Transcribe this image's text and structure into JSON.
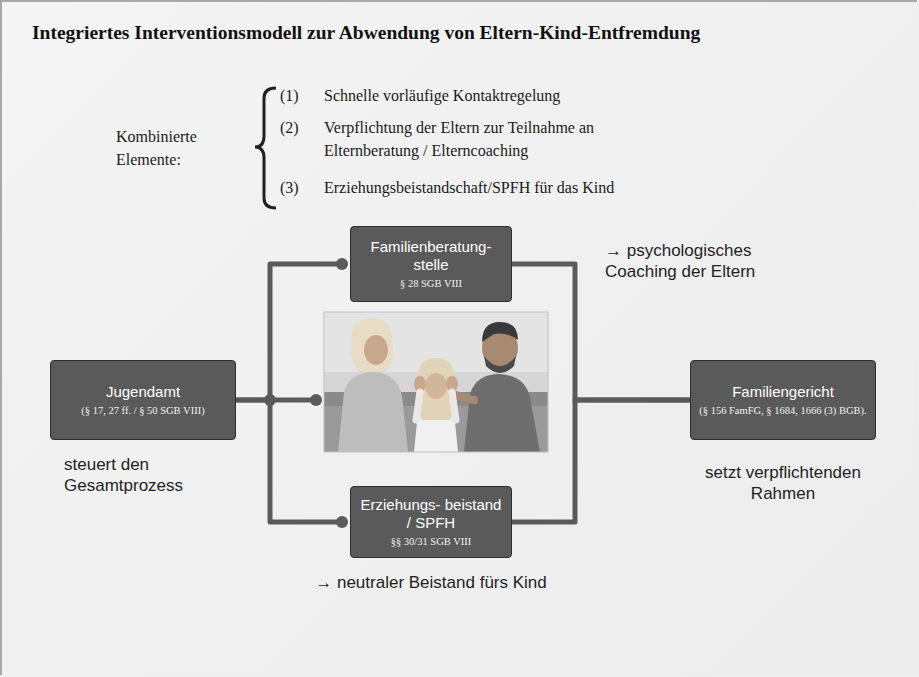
{
  "diagram": {
    "title": "Integriertes Interventionsmodell zur Abwendung von Eltern-Kind-Entfremdung",
    "nodes": [
      {
        "text": [
          "Familienberatung- stelle",
          "§ 28 SGB VIII",
          "→ psychologisches Coaching der Eltern"
        ]
      },
      {
        "text": [
          "Jugendamt",
          "(§ 17, 27 ff. / § 50 SGB VIII)",
          "steuert den Gesamtprozess"
        ]
      },
      {
        "text": [
          "Erziehungs- beistand / SPFH",
          "§§ 30/31 SGB VIII",
          "→ neutraler Beistand fürs Kind"
        ]
      },
      {
        "text": [
          "Familiengericht",
          "(§ 156 FamFG, § 1684, 1666 (3) BGB).",
          "setzt verpflichtenden Rahmen"
        ]
      }
    ],
    "edges": [
      {
        "from": 1,
        "to": 0,
        "arrow": "none"
      },
      {
        "from": 1,
        "to": 2,
        "arrow": "none"
      },
      {
        "from": 0,
        "to": 3,
        "arrow": "none"
      },
      {
        "from": 2,
        "to": 3,
        "arrow": "none"
      }
    ],
    "labels": [
      "Kombinierte Elemente:",
      "(1)",
      "Schnelle vorläufige Kontaktregelung",
      "(2)",
      "Verpflichtung der Eltern zur Teilnahme an Elternberatung / Elterncoaching",
      "(3)",
      "Erziehungsbeistandschaft/SPFH für das Kind"
    ]
  }
}
